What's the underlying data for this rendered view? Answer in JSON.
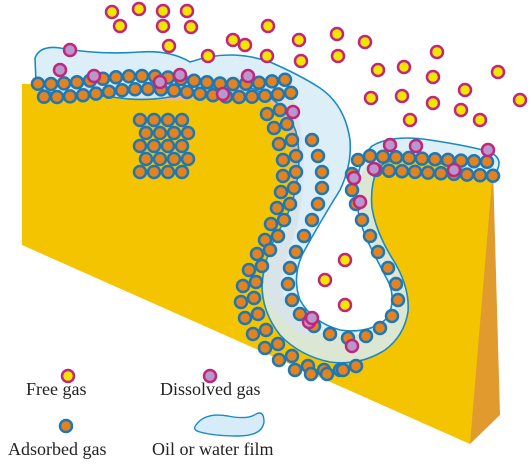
{
  "colors": {
    "background": "#ffffff",
    "solid_face": "#f5c400",
    "solid_side": "#e09a2e",
    "film_fill": "#d6ecf8",
    "film_stroke": "#1a8ac4",
    "pore_tint": "#e7b3bd",
    "free_gas_fill": "#f2e600",
    "free_gas_ring": "#c2267a",
    "dissolved_fill": "#b898cc",
    "dissolved_ring": "#c2267a",
    "adsorbed_fill": "#e3821e",
    "adsorbed_ring": "#1f78b4"
  },
  "legend": {
    "free_gas": "Free gas",
    "dissolved_gas": "Dissolved gas",
    "adsorbed_gas": "Adsorbed gas",
    "film": "Oil or water film"
  }
}
